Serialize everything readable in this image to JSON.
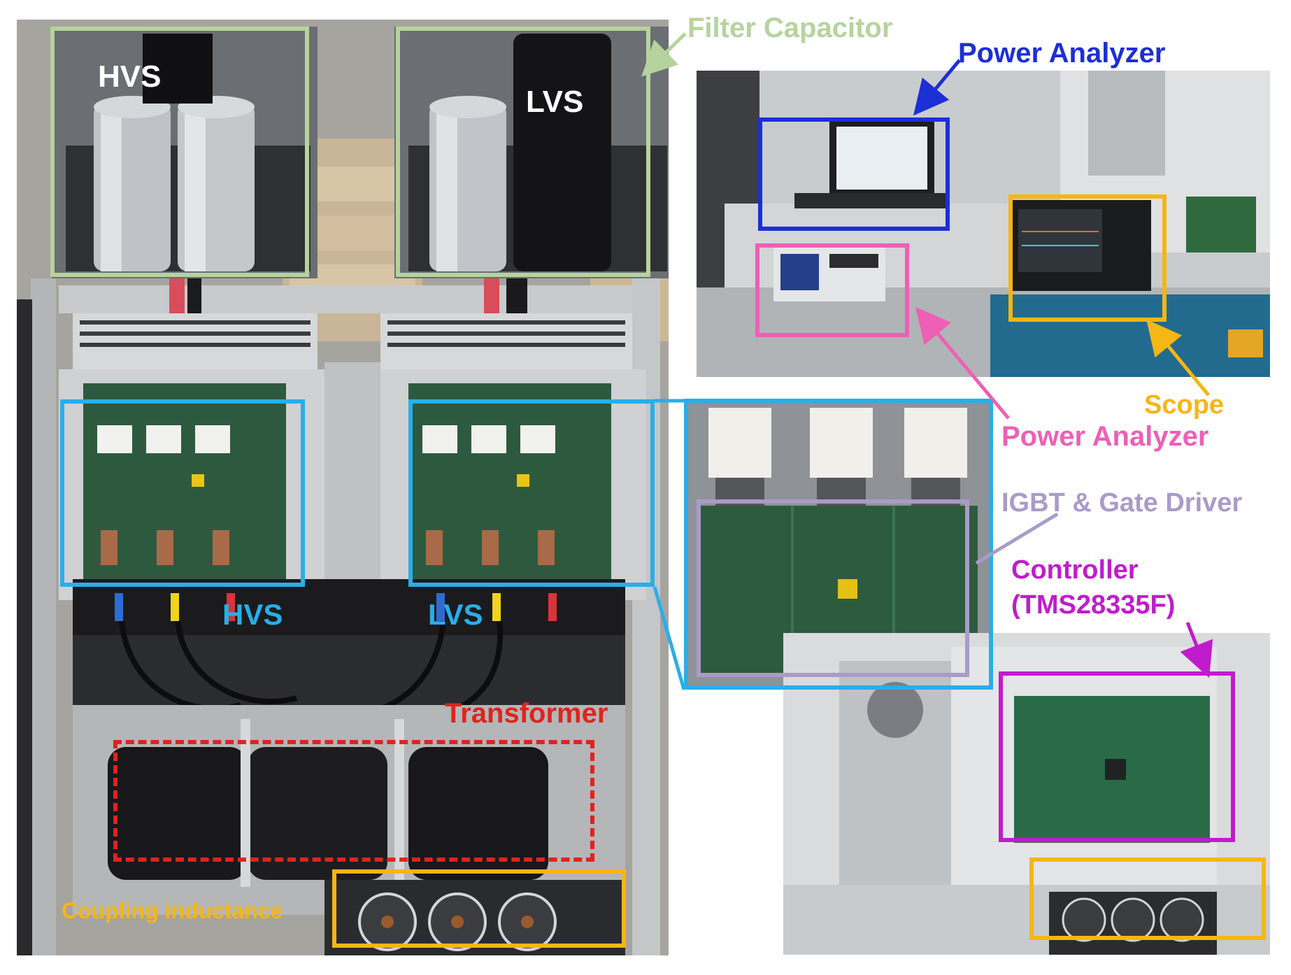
{
  "figure": {
    "filter_capacitor_label": "Filter Capacitor",
    "hvs_cap_label": "HVS",
    "lvs_cap_label": "LVS",
    "hvs_module_label": "HVS",
    "lvs_module_label": "LVS",
    "transformer_label": "Transformer",
    "coupling_label": "Coupling inductance",
    "power_analyzer_top_label": "Power Analyzer",
    "power_analyzer_bottom_label": "Power Analyzer",
    "scope_label": "Scope",
    "igbt_label": "IGBT & Gate Driver",
    "controller_label_line1": "Controller",
    "controller_label_line2": "(TMS28335F)"
  },
  "colors": {
    "filter_capacitor": "#b6d39d",
    "power_analyzer_top": "#1c2fd6",
    "power_analyzer_bottom": "#ee5fb6",
    "scope": "#f6b614",
    "igbt": "#a99bc9",
    "controller": "#c01ccc",
    "module_box": "#29aee9",
    "transformer": "#e0231e",
    "coupling": "#f6b614"
  }
}
